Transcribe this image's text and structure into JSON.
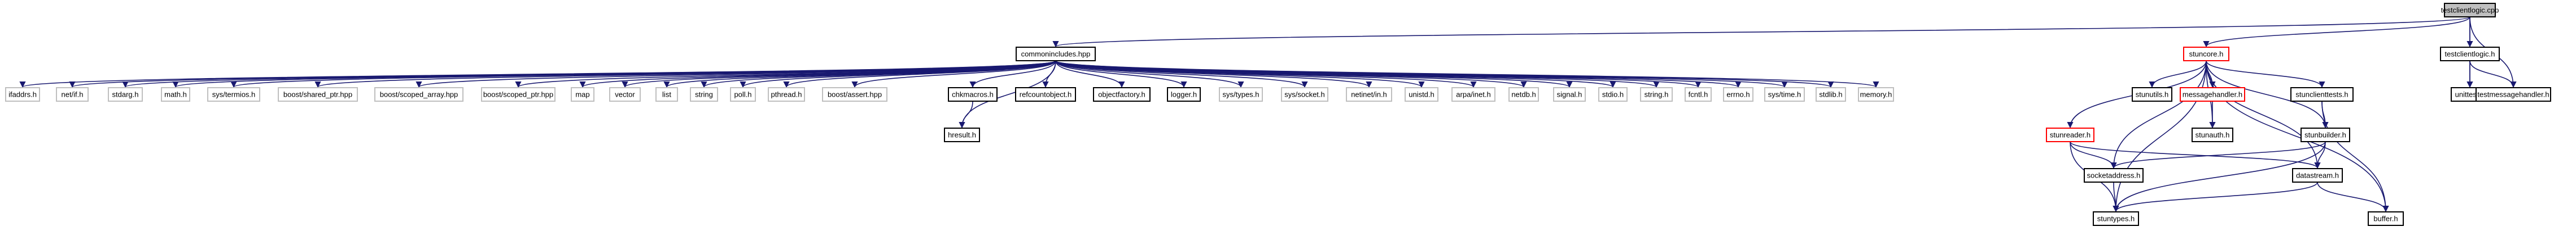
{
  "colors": {
    "edge": "#191970",
    "node_default_border": "#000000",
    "node_default_fill": "#ffffff",
    "node_root_fill": "#bfbfbf",
    "node_root_border": "#000000",
    "node_red_border": "#ff0000",
    "node_system_border": "#bfbfbf",
    "text": "#000000"
  },
  "nodes": [
    {
      "id": "testclientlogic_cpp",
      "label": "testclientlogic.cpp",
      "style": "root"
    },
    {
      "id": "commonincludes_hpp",
      "label": "commonincludes.hpp",
      "style": "default"
    },
    {
      "id": "ifaddrs_h",
      "label": "ifaddrs.h",
      "style": "system"
    },
    {
      "id": "net_if_h",
      "label": "net/if.h",
      "style": "system"
    },
    {
      "id": "stdarg_h",
      "label": "stdarg.h",
      "style": "system"
    },
    {
      "id": "math_h",
      "label": "math.h",
      "style": "system"
    },
    {
      "id": "sys_termios_h",
      "label": "sys/termios.h",
      "style": "system"
    },
    {
      "id": "boost_shared_ptr_hpp",
      "label": "boost/shared_ptr.hpp",
      "style": "system"
    },
    {
      "id": "boost_scoped_array_hpp",
      "label": "boost/scoped_array.hpp",
      "style": "system"
    },
    {
      "id": "boost_scoped_ptr_hpp",
      "label": "boost/scoped_ptr.hpp",
      "style": "system"
    },
    {
      "id": "map",
      "label": "map",
      "style": "system"
    },
    {
      "id": "vector",
      "label": "vector",
      "style": "system"
    },
    {
      "id": "list",
      "label": "list",
      "style": "system"
    },
    {
      "id": "string",
      "label": "string",
      "style": "system"
    },
    {
      "id": "poll_h",
      "label": "poll.h",
      "style": "system"
    },
    {
      "id": "pthread_h",
      "label": "pthread.h",
      "style": "system"
    },
    {
      "id": "boost_assert_hpp",
      "label": "boost/assert.hpp",
      "style": "system"
    },
    {
      "id": "chkmacros_h",
      "label": "chkmacros.h",
      "style": "default"
    },
    {
      "id": "hresult_h",
      "label": "hresult.h",
      "style": "default"
    },
    {
      "id": "refcountobject_h",
      "label": "refcountobject.h",
      "style": "default"
    },
    {
      "id": "objectfactory_h",
      "label": "objectfactory.h",
      "style": "default"
    },
    {
      "id": "logger_h",
      "label": "logger.h",
      "style": "default"
    },
    {
      "id": "sys_types_h",
      "label": "sys/types.h",
      "style": "system"
    },
    {
      "id": "sys_socket_h",
      "label": "sys/socket.h",
      "style": "system"
    },
    {
      "id": "netinet_in_h",
      "label": "netinet/in.h",
      "style": "system"
    },
    {
      "id": "unistd_h",
      "label": "unistd.h",
      "style": "system"
    },
    {
      "id": "arpa_inet_h",
      "label": "arpa/inet.h",
      "style": "system"
    },
    {
      "id": "netdb_h",
      "label": "netdb.h",
      "style": "system"
    },
    {
      "id": "signal_h",
      "label": "signal.h",
      "style": "system"
    },
    {
      "id": "stdio_h",
      "label": "stdio.h",
      "style": "system"
    },
    {
      "id": "string_h",
      "label": "string.h",
      "style": "system"
    },
    {
      "id": "fcntl_h",
      "label": "fcntl.h",
      "style": "system"
    },
    {
      "id": "errno_h",
      "label": "errno.h",
      "style": "system"
    },
    {
      "id": "sys_time_h",
      "label": "sys/time.h",
      "style": "system"
    },
    {
      "id": "stdlib_h",
      "label": "stdlib.h",
      "style": "system"
    },
    {
      "id": "memory_h",
      "label": "memory.h",
      "style": "system"
    },
    {
      "id": "stuncore_h",
      "label": "stuncore.h",
      "style": "red"
    },
    {
      "id": "testclientlogic_h",
      "label": "testclientlogic.h",
      "style": "default"
    },
    {
      "id": "unittest_h",
      "label": "unittest.h",
      "style": "default"
    },
    {
      "id": "testmessagehandler_h",
      "label": "testmessagehandler.h",
      "style": "default"
    },
    {
      "id": "stunutils_h",
      "label": "stunutils.h",
      "style": "default"
    },
    {
      "id": "messagehandler_h",
      "label": "messagehandler.h",
      "style": "red"
    },
    {
      "id": "stunclienttests_h",
      "label": "stunclienttests.h",
      "style": "default"
    },
    {
      "id": "stunreader_h",
      "label": "stunreader.h",
      "style": "red"
    },
    {
      "id": "stunauth_h",
      "label": "stunauth.h",
      "style": "default"
    },
    {
      "id": "stunbuilder_h",
      "label": "stunbuilder.h",
      "style": "default"
    },
    {
      "id": "socketaddress_h",
      "label": "socketaddress.h",
      "style": "default"
    },
    {
      "id": "datastream_h",
      "label": "datastream.h",
      "style": "default"
    },
    {
      "id": "stuntypes_h",
      "label": "stuntypes.h",
      "style": "default"
    },
    {
      "id": "buffer_h",
      "label": "buffer.h",
      "style": "default"
    }
  ],
  "edges": [
    [
      "testclientlogic_cpp",
      "commonincludes_hpp"
    ],
    [
      "testclientlogic_cpp",
      "stuncore_h"
    ],
    [
      "testclientlogic_cpp",
      "testclientlogic_h"
    ],
    [
      "testclientlogic_cpp",
      "unittest_h"
    ],
    [
      "testclientlogic_cpp",
      "testmessagehandler_h"
    ],
    [
      "commonincludes_hpp",
      "ifaddrs_h"
    ],
    [
      "commonincludes_hpp",
      "net_if_h"
    ],
    [
      "commonincludes_hpp",
      "stdarg_h"
    ],
    [
      "commonincludes_hpp",
      "math_h"
    ],
    [
      "commonincludes_hpp",
      "sys_termios_h"
    ],
    [
      "commonincludes_hpp",
      "boost_shared_ptr_hpp"
    ],
    [
      "commonincludes_hpp",
      "boost_scoped_array_hpp"
    ],
    [
      "commonincludes_hpp",
      "boost_scoped_ptr_hpp"
    ],
    [
      "commonincludes_hpp",
      "map"
    ],
    [
      "commonincludes_hpp",
      "vector"
    ],
    [
      "commonincludes_hpp",
      "list"
    ],
    [
      "commonincludes_hpp",
      "string"
    ],
    [
      "commonincludes_hpp",
      "poll_h"
    ],
    [
      "commonincludes_hpp",
      "pthread_h"
    ],
    [
      "commonincludes_hpp",
      "boost_assert_hpp"
    ],
    [
      "commonincludes_hpp",
      "chkmacros_h"
    ],
    [
      "commonincludes_hpp",
      "hresult_h"
    ],
    [
      "commonincludes_hpp",
      "refcountobject_h"
    ],
    [
      "commonincludes_hpp",
      "objectfactory_h"
    ],
    [
      "commonincludes_hpp",
      "logger_h"
    ],
    [
      "commonincludes_hpp",
      "sys_types_h"
    ],
    [
      "commonincludes_hpp",
      "sys_socket_h"
    ],
    [
      "commonincludes_hpp",
      "netinet_in_h"
    ],
    [
      "commonincludes_hpp",
      "unistd_h"
    ],
    [
      "commonincludes_hpp",
      "arpa_inet_h"
    ],
    [
      "commonincludes_hpp",
      "netdb_h"
    ],
    [
      "commonincludes_hpp",
      "signal_h"
    ],
    [
      "commonincludes_hpp",
      "stdio_h"
    ],
    [
      "commonincludes_hpp",
      "string_h"
    ],
    [
      "commonincludes_hpp",
      "fcntl_h"
    ],
    [
      "commonincludes_hpp",
      "errno_h"
    ],
    [
      "commonincludes_hpp",
      "sys_time_h"
    ],
    [
      "commonincludes_hpp",
      "stdlib_h"
    ],
    [
      "commonincludes_hpp",
      "memory_h"
    ],
    [
      "chkmacros_h",
      "hresult_h"
    ],
    [
      "stuncore_h",
      "stunutils_h"
    ],
    [
      "stuncore_h",
      "messagehandler_h"
    ],
    [
      "stuncore_h",
      "stunclienttests_h"
    ],
    [
      "stuncore_h",
      "stunreader_h"
    ],
    [
      "stuncore_h",
      "stunauth_h"
    ],
    [
      "stuncore_h",
      "stunbuilder_h"
    ],
    [
      "stuncore_h",
      "socketaddress_h"
    ],
    [
      "stuncore_h",
      "datastream_h"
    ],
    [
      "stuncore_h",
      "buffer_h"
    ],
    [
      "testclientlogic_h",
      "unittest_h"
    ],
    [
      "testclientlogic_h",
      "testmessagehandler_h"
    ],
    [
      "messagehandler_h",
      "stunauth_h"
    ],
    [
      "stunclienttests_h",
      "stunbuilder_h"
    ],
    [
      "stunclienttests_h",
      "buffer_h"
    ],
    [
      "stunreader_h",
      "datastream_h"
    ],
    [
      "stunreader_h",
      "socketaddress_h"
    ],
    [
      "stunreader_h",
      "stuntypes_h"
    ],
    [
      "stunbuilder_h",
      "socketaddress_h"
    ],
    [
      "stunbuilder_h",
      "datastream_h"
    ],
    [
      "stunbuilder_h",
      "stuntypes_h"
    ],
    [
      "socketaddress_h",
      "stuntypes_h"
    ],
    [
      "datastream_h",
      "buffer_h"
    ],
    [
      "datastream_h",
      "stuntypes_h"
    ],
    [
      "stuncore_h",
      "stuntypes_h"
    ]
  ]
}
